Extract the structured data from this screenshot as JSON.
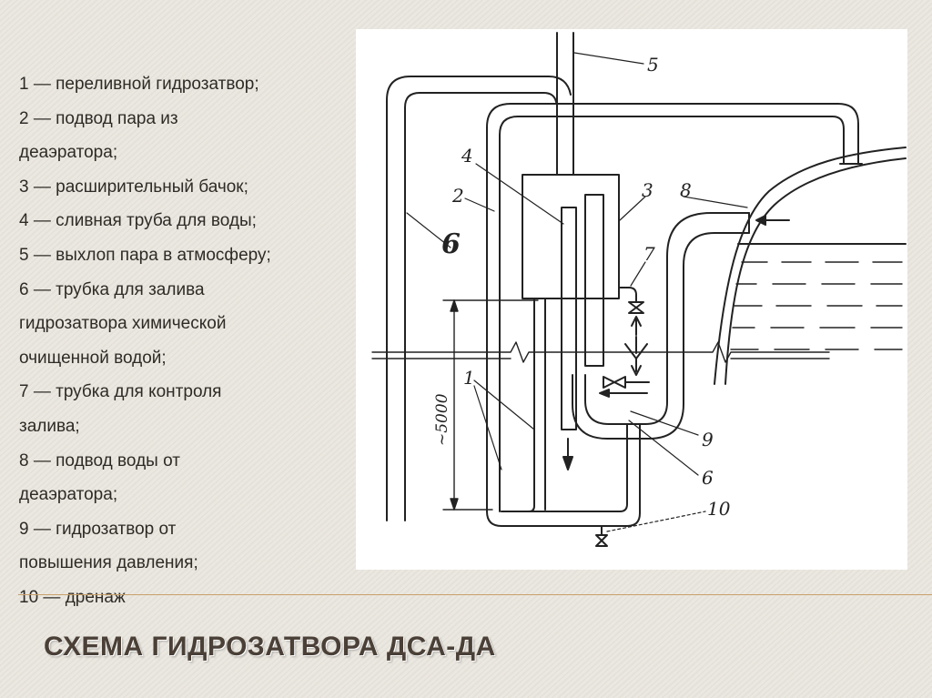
{
  "legend": [
    "1 — переливной гидрозатвор;",
    "2 — подвод пара из",
    "деаэратора;",
    "3 — расширительный бачок;",
    "4 — сливная труба для воды;",
    "5 — выхлоп пара в атмосферу;",
    "6 — трубка для залива",
    "гидрозатвора химической",
    "очищенной водой;",
    "7 — трубка для контроля",
    "залива;",
    "8 — подвод воды от",
    "деаэратора;",
    "9 — гидрозатвор от",
    "повышения давления;",
    "10 — дренаж"
  ],
  "title": "СХЕМА ГИДРОЗАТВОРА ДСА-ДА",
  "diagram": {
    "labels": {
      "n1": "1",
      "n2": "2",
      "n3": "3",
      "n4": "4",
      "n5": "5",
      "n6a": "6",
      "n6b": "6",
      "n7": "7",
      "n8": "8",
      "n9": "9",
      "n10": "10",
      "height": "~5000"
    }
  },
  "colors": {
    "accent_rule": "#c9a06a",
    "title": "#4a4037",
    "text": "#2e2b27"
  }
}
